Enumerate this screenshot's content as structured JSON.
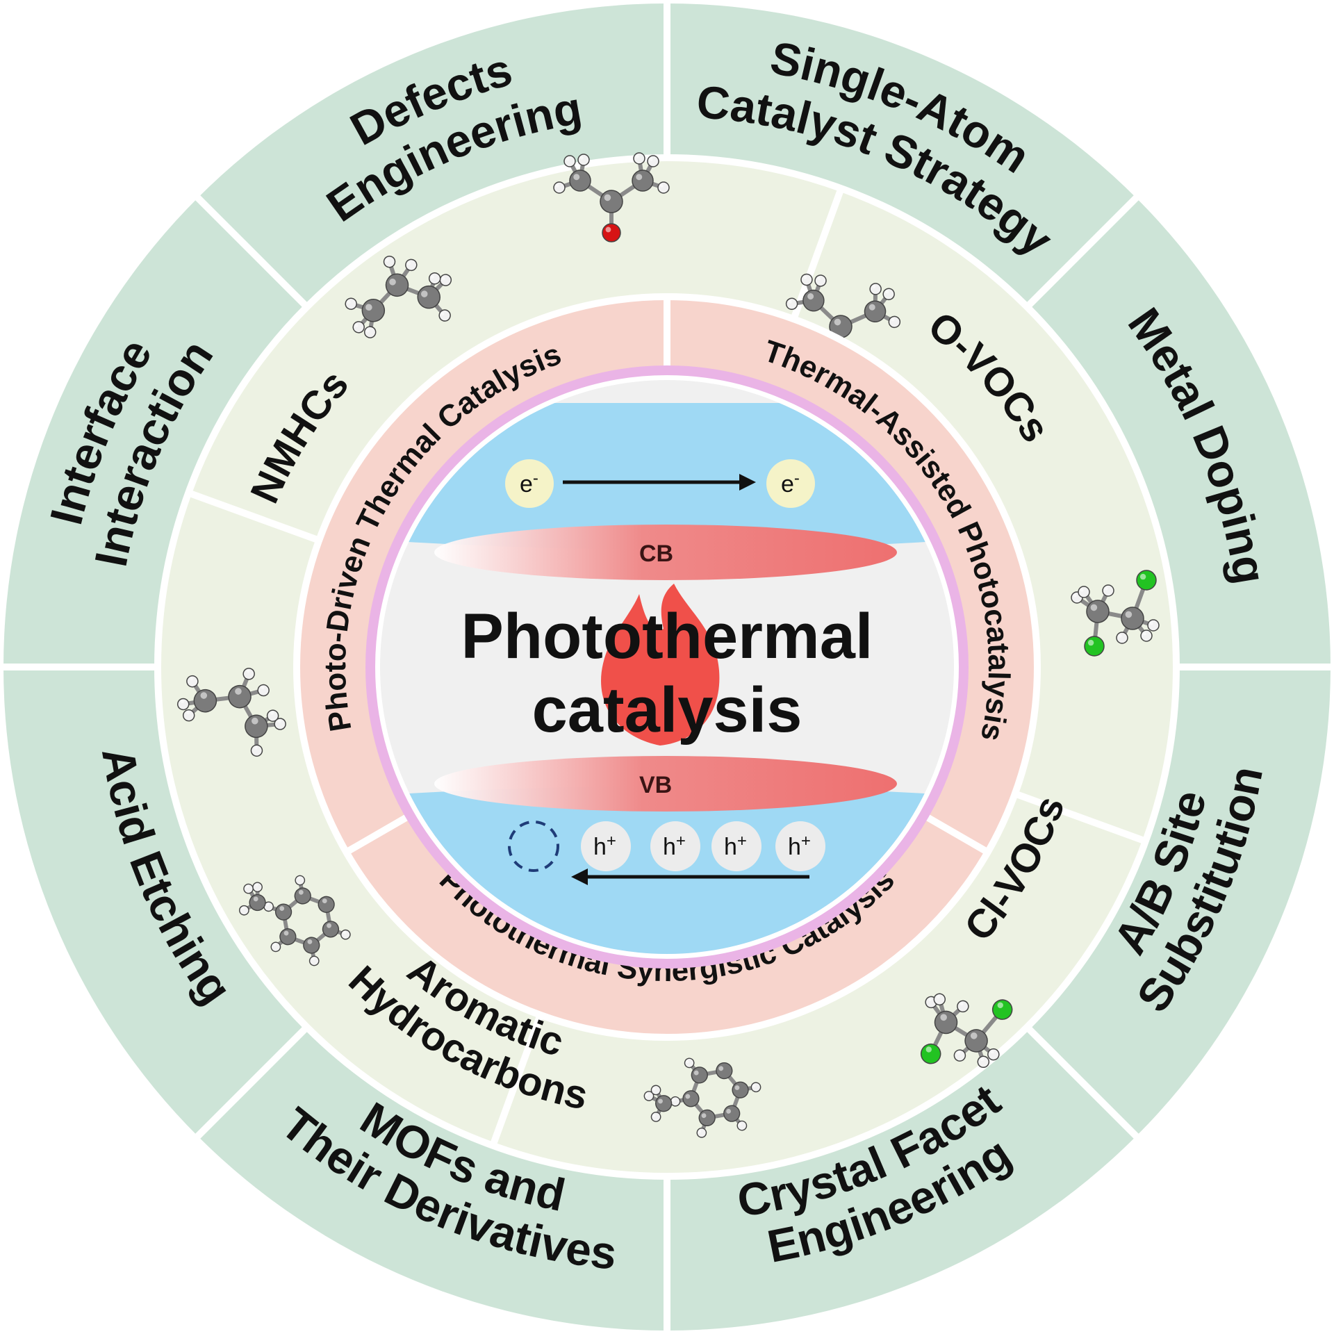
{
  "colors": {
    "outer_ring": "#cde4d7",
    "middle_ring": "#edf2e3",
    "inner_ring": "#f7d4cc",
    "pink_border": "#eab4e6",
    "core": "#f0f0f0",
    "blue_band": "#9fd9f4",
    "band_red": "#ee7474",
    "flame": "#f0504a",
    "electron": "#f5f3c8",
    "hole": "#ececec",
    "chlorine": "#22c322",
    "oxygen": "#d61414",
    "carbon": "#7b7b7b",
    "hydrogen": "#f2f2f2"
  },
  "outer_ring": {
    "segments": [
      {
        "lines": [
          "Single-Atom",
          "Catalyst Strategy"
        ]
      },
      {
        "lines": [
          "Metal Doping"
        ]
      },
      {
        "lines": [
          "A/B Site",
          "Substitution"
        ]
      },
      {
        "lines": [
          "Crystal Facet",
          "Engineering"
        ]
      },
      {
        "lines": [
          "MOFs and",
          "Their Derivatives"
        ]
      },
      {
        "lines": [
          "Acid Etching"
        ]
      },
      {
        "lines": [
          "Interface",
          "Interaction"
        ]
      },
      {
        "lines": [
          "Defects",
          "Engineering"
        ]
      }
    ]
  },
  "middle_ring": {
    "segments": [
      {
        "lines": [
          "O-VOCs"
        ],
        "molecules": [
          "acetone-molecule",
          "acetone-molecule"
        ]
      },
      {
        "lines": [
          "Cl-VOCs"
        ],
        "molecules": [
          "dichloroethane-molecule",
          "dichloroethane-molecule"
        ]
      },
      {
        "lines": [
          "Aromatic",
          "Hydrocarbons"
        ],
        "molecules": [
          "toluene-molecule",
          "toluene-molecule"
        ]
      },
      {
        "lines": [
          "NMHCs"
        ],
        "molecules": [
          "propane-molecule",
          "propane-molecule"
        ]
      }
    ]
  },
  "inner_ring": {
    "segments": [
      {
        "label": "Thermal-Assisted Photocatalysis"
      },
      {
        "label": "Photothermal Synergistic Catalysis"
      },
      {
        "label": "Photo-Driven Thermal Catalysis"
      }
    ]
  },
  "center": {
    "title_lines": [
      "Photothermal",
      "catalysis"
    ],
    "conduction_band": "CB",
    "valence_band": "VB",
    "electron_label": "e",
    "electron_charge": "-",
    "hole_label": "h",
    "hole_charge": "+",
    "hole_count": 4
  }
}
